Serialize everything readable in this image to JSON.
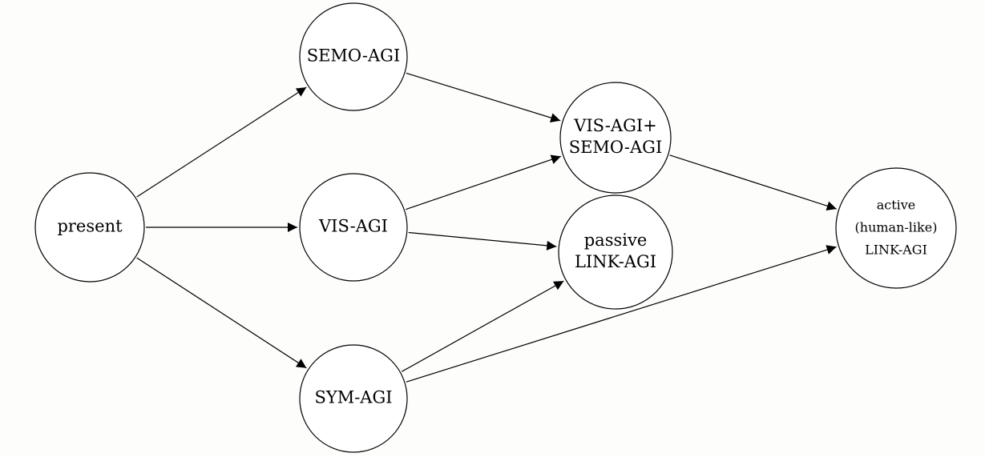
{
  "diagram": {
    "nodes": {
      "present": {
        "lines": [
          "present"
        ]
      },
      "semo_agi": {
        "lines": [
          "SEMO-AGI"
        ]
      },
      "vis_agi": {
        "lines": [
          "VIS-AGI"
        ]
      },
      "sym_agi": {
        "lines": [
          "SYM-AGI"
        ]
      },
      "vis_semo_agi": {
        "lines": [
          "VIS-AGI+",
          "SEMO-AGI"
        ]
      },
      "passive_link_agi": {
        "lines": [
          "passive",
          "LINK-AGI"
        ]
      },
      "active_link_agi": {
        "lines": [
          "active",
          "(human-like)",
          "LINK-AGI"
        ]
      }
    },
    "edges": [
      {
        "from": "present",
        "to": "semo_agi"
      },
      {
        "from": "present",
        "to": "vis_agi"
      },
      {
        "from": "present",
        "to": "sym_agi"
      },
      {
        "from": "semo_agi",
        "to": "vis_semo_agi"
      },
      {
        "from": "vis_agi",
        "to": "vis_semo_agi"
      },
      {
        "from": "vis_agi",
        "to": "passive_link_agi"
      },
      {
        "from": "sym_agi",
        "to": "passive_link_agi"
      },
      {
        "from": "sym_agi",
        "to": "active_link_agi"
      },
      {
        "from": "vis_semo_agi",
        "to": "active_link_agi"
      }
    ]
  }
}
